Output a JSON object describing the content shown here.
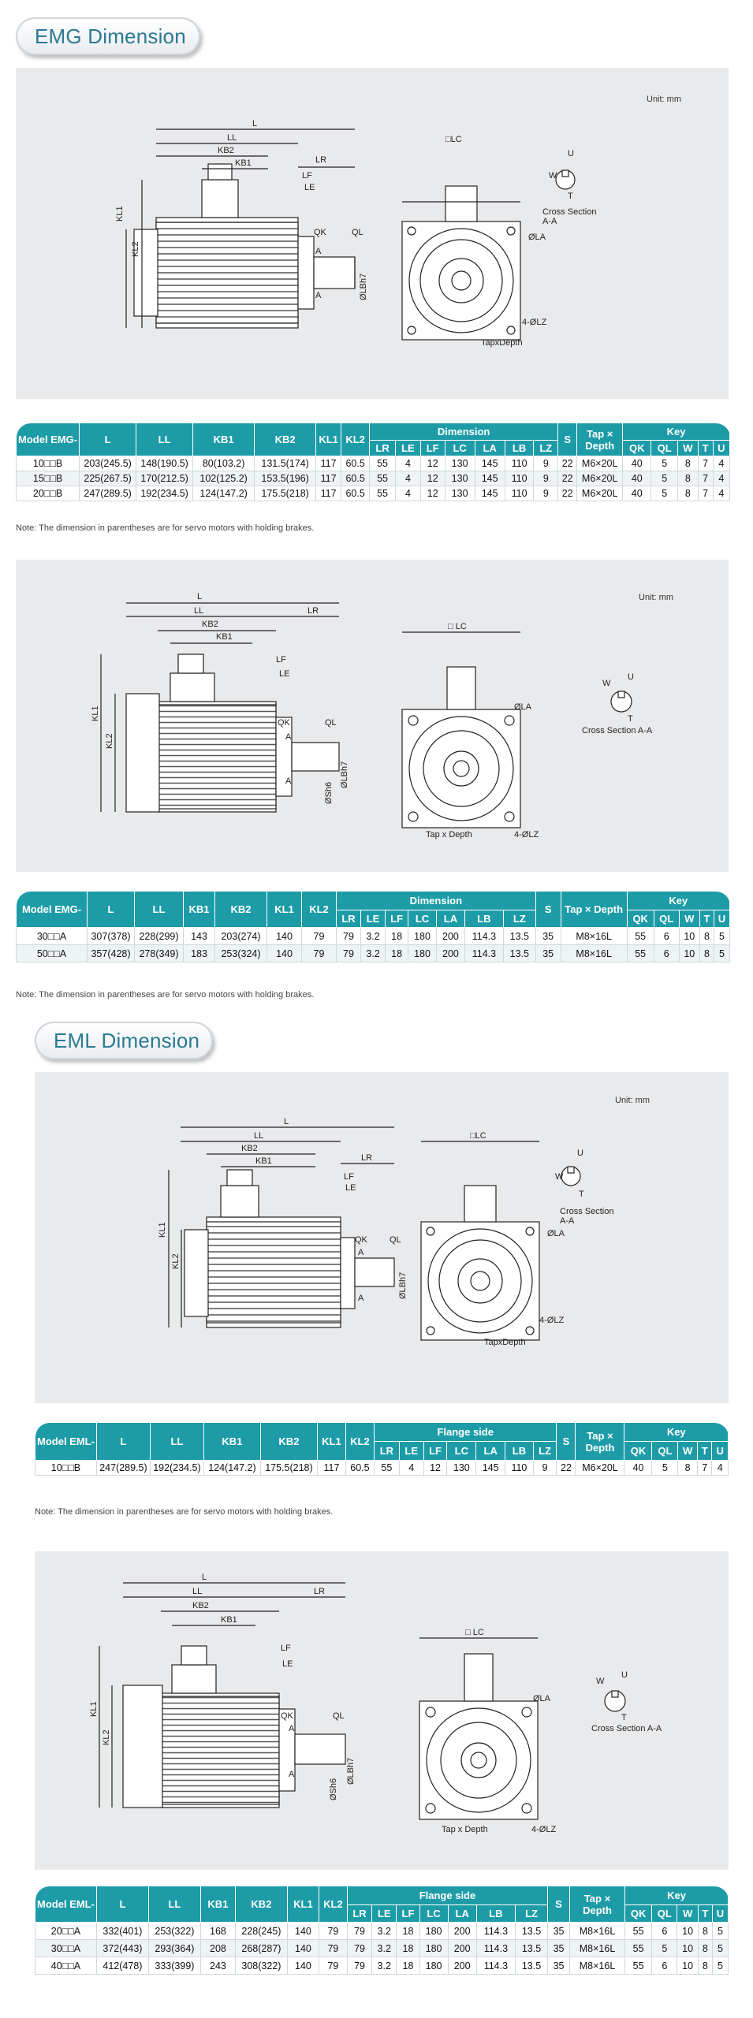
{
  "sections": {
    "emg_title": "EMG Dimension",
    "eml_title": "EML Dimension"
  },
  "unit_label": "Unit: mm",
  "drawing_labels": {
    "L": "L",
    "LL": "LL",
    "KB1": "KB1",
    "KB2": "KB2",
    "LR": "LR",
    "LF": "LF",
    "LE": "LE",
    "KL1": "KL1",
    "KL2": "KL2",
    "QK": "QK",
    "QL": "QL",
    "A": "A",
    "LC_boxed": "□LC",
    "LC": "□ LC",
    "LA": "ØLA",
    "LZ": "4-ØLZ",
    "LB": "ØLBh7",
    "S": "ØSh6",
    "tap_depth": "TapxDepth",
    "tap_depth2": "Tap x Depth",
    "cross_section_1": "Cross   Section",
    "cross_section_2": "A-A",
    "cross_section": "Cross Section A-A",
    "W": "W",
    "U": "U",
    "T": "T"
  },
  "tables": {
    "t1": {
      "model_header": "Model EMG-",
      "headers": [
        "L",
        "LL",
        "KB1",
        "KB2",
        "KL1",
        "KL2"
      ],
      "group_header": "Dimension",
      "sub_headers": [
        "LR",
        "LE",
        "LF",
        "LC",
        "LA",
        "LB",
        "LZ"
      ],
      "s_header": "S",
      "tap_header": "Tap × Depth",
      "key_header": "Key",
      "key_sub": [
        "QK",
        "QL",
        "W",
        "T",
        "U"
      ],
      "rows": [
        [
          "10□□B",
          "203(245.5)",
          "148(190.5)",
          "80(103.2)",
          "131.5(174)",
          "117",
          "60.5",
          "55",
          "4",
          "12",
          "130",
          "145",
          "110",
          "9",
          "22",
          "M6×20L",
          "40",
          "5",
          "8",
          "7",
          "4"
        ],
        [
          "15□□B",
          "225(267.5)",
          "170(212.5)",
          "102(125.2)",
          "153.5(196)",
          "117",
          "60.5",
          "55",
          "4",
          "12",
          "130",
          "145",
          "110",
          "9",
          "22",
          "M6×20L",
          "40",
          "5",
          "8",
          "7",
          "4"
        ],
        [
          "20□□B",
          "247(289.5)",
          "192(234.5)",
          "124(147.2)",
          "175.5(218)",
          "117",
          "60.5",
          "55",
          "4",
          "12",
          "130",
          "145",
          "110",
          "9",
          "22",
          "M6×20L",
          "40",
          "5",
          "8",
          "7",
          "4"
        ]
      ],
      "note": "Note: The dimension in parentheses are for servo motors with holding brakes."
    },
    "t2": {
      "model_header": "Model EMG-",
      "headers": [
        "L",
        "LL",
        "KB1",
        "KB2",
        "KL1",
        "KL2"
      ],
      "group_header": "Dimension",
      "sub_headers": [
        "LR",
        "LE",
        "LF",
        "LC",
        "LA",
        "LB",
        "LZ"
      ],
      "s_header": "S",
      "tap_header": "Tap × Depth",
      "key_header": "Key",
      "key_sub": [
        "QK",
        "QL",
        "W",
        "T",
        "U"
      ],
      "rows": [
        [
          "30□□A",
          "307(378)",
          "228(299)",
          "143",
          "203(274)",
          "140",
          "79",
          "79",
          "3.2",
          "18",
          "180",
          "200",
          "114.3",
          "13.5",
          "35",
          "M8×16L",
          "55",
          "6",
          "10",
          "8",
          "5"
        ],
        [
          "50□□A",
          "357(428)",
          "278(349)",
          "183",
          "253(324)",
          "140",
          "79",
          "79",
          "3.2",
          "18",
          "180",
          "200",
          "114.3",
          "13.5",
          "35",
          "M8×16L",
          "55",
          "6",
          "10",
          "8",
          "5"
        ]
      ],
      "note": "Note:  The dimension in parentheses are for servo motors with holding brakes."
    },
    "t3": {
      "model_header": "Model EML-",
      "headers": [
        "L",
        "LL",
        "KB1",
        "KB2",
        "KL1",
        "KL2"
      ],
      "group_header": "Flange side",
      "sub_headers": [
        "LR",
        "LE",
        "LF",
        "LC",
        "LA",
        "LB",
        "LZ"
      ],
      "s_header": "S",
      "tap_header": "Tap × Depth",
      "key_header": "Key",
      "key_sub": [
        "QK",
        "QL",
        "W",
        "T",
        "U"
      ],
      "rows": [
        [
          "10□□B",
          "247(289.5)",
          "192(234.5)",
          "124(147.2)",
          "175.5(218)",
          "117",
          "60.5",
          "55",
          "4",
          "12",
          "130",
          "145",
          "110",
          "9",
          "22",
          "M6×20L",
          "40",
          "5",
          "8",
          "7",
          "4"
        ]
      ],
      "note": "Note:  The dimension in parentheses are for servo motors with holding brakes."
    },
    "t4": {
      "model_header": "Model EML-",
      "headers": [
        "L",
        "LL",
        "KB1",
        "KB2",
        "KL1",
        "KL2"
      ],
      "group_header": "Flange side",
      "sub_headers": [
        "LR",
        "LE",
        "LF",
        "LC",
        "LA",
        "LB",
        "LZ"
      ],
      "s_header": "S",
      "tap_header": "Tap × Depth",
      "key_header": "Key",
      "key_sub": [
        "QK",
        "QL",
        "W",
        "T",
        "U"
      ],
      "rows": [
        [
          "20□□A",
          "332(401)",
          "253(322)",
          "168",
          "228(245)",
          "140",
          "79",
          "79",
          "3.2",
          "18",
          "180",
          "200",
          "114.3",
          "13.5",
          "35",
          "M8×16L",
          "55",
          "6",
          "10",
          "8",
          "5"
        ],
        [
          "30□□A",
          "372(443)",
          "293(364)",
          "208",
          "268(287)",
          "140",
          "79",
          "79",
          "3.2",
          "18",
          "180",
          "200",
          "114.3",
          "13.5",
          "35",
          "M8×16L",
          "55",
          "5",
          "10",
          "8",
          "5"
        ],
        [
          "40□□A",
          "412(478)",
          "333(399)",
          "243",
          "308(322)",
          "140",
          "79",
          "79",
          "3.2",
          "18",
          "180",
          "200",
          "114.3",
          "13.5",
          "35",
          "M8×16L",
          "55",
          "6",
          "10",
          "8",
          "5"
        ]
      ]
    }
  },
  "colors": {
    "header_teal": "#1d9ca8",
    "title_blue": "#2b7a93",
    "figure_bg": "#e9eaec"
  }
}
